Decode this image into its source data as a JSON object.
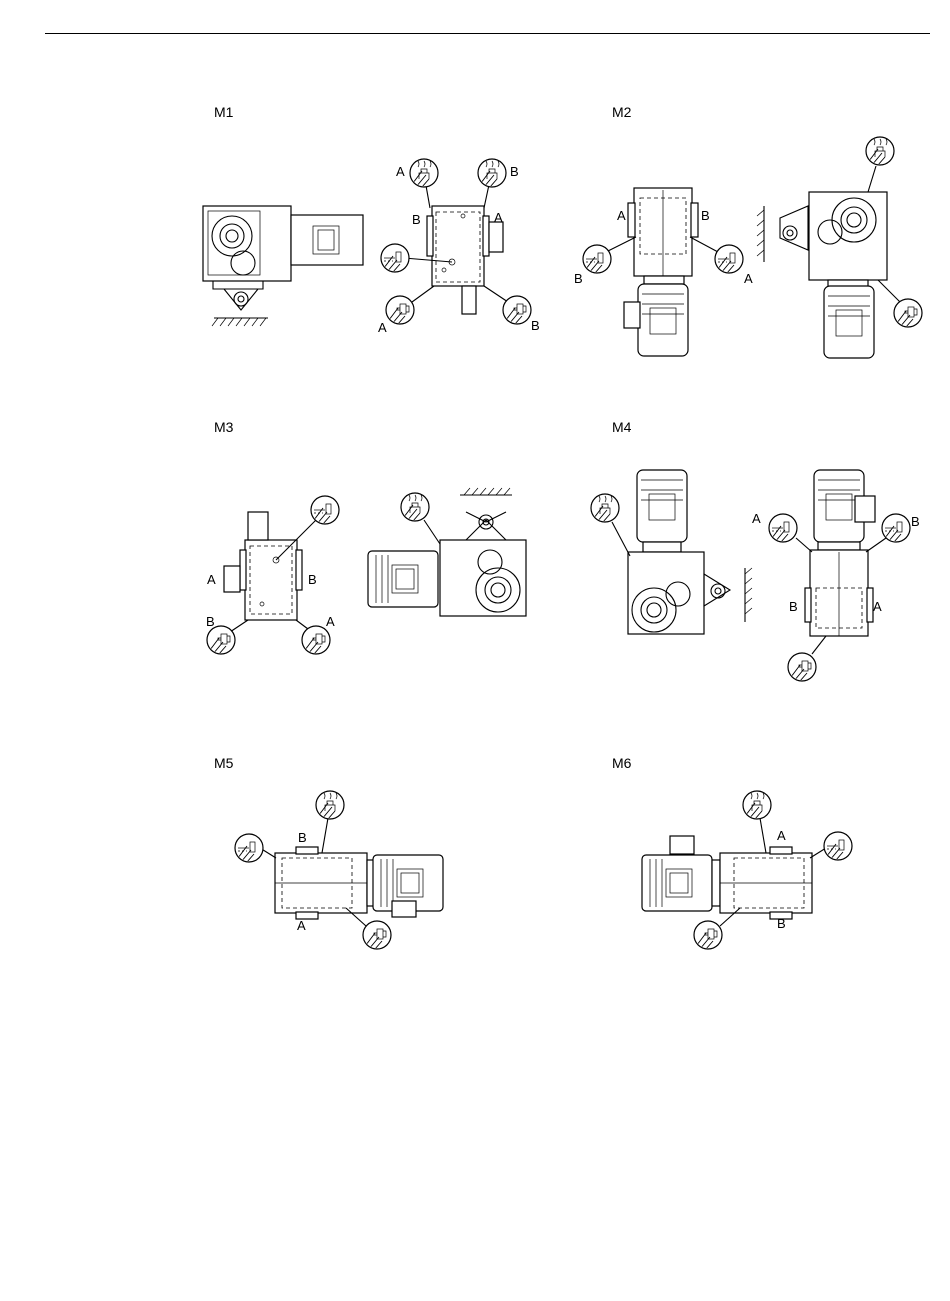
{
  "positions": [
    {
      "id": "M1",
      "label": "M1"
    },
    {
      "id": "M2",
      "label": "M2"
    },
    {
      "id": "M3",
      "label": "M3"
    },
    {
      "id": "M4",
      "label": "M4"
    },
    {
      "id": "M5",
      "label": "M5"
    },
    {
      "id": "M6",
      "label": "M6"
    }
  ],
  "side_labels": {
    "a": "A",
    "b": "B"
  },
  "icons": [
    "oil-breather-icon",
    "oil-level-icon",
    "oil-drain-icon",
    "wall-mount-hatch-icon"
  ]
}
